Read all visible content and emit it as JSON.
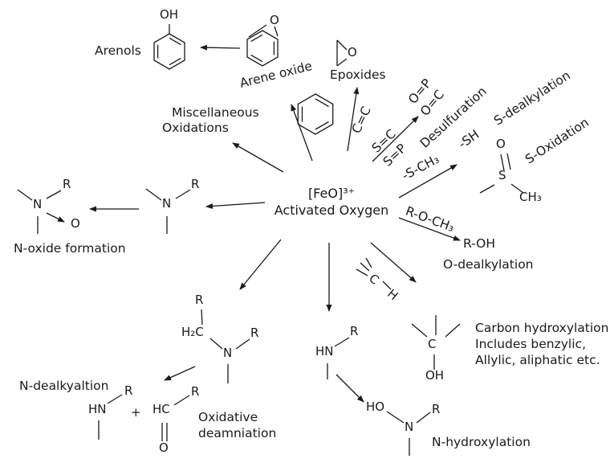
{
  "center": {
    "formula": "[FeO]³⁺",
    "label": "Activated Oxygen"
  },
  "pathway_labels": {
    "arenols": "Arenols",
    "arene_oxide": "Arene oxide",
    "epoxides": "Epoxides",
    "miscellaneous_line1": "Miscellaneous",
    "miscellaneous_line2": "Oxidations",
    "desulfuration": "Desulfuration",
    "s_dealkylation": "S-dealkylation",
    "s_oxidation": "S-Oxidation",
    "o_dealkylation": "O-dealkylation",
    "n_oxide_formation": "N-oxide formation",
    "n_dealkylation": "N-dealkyaltion",
    "oxidative_deamination_line1": "Oxidative",
    "oxidative_deamination_line2": "deamniation",
    "n_hydroxylation": "N-hydroxylation",
    "carbon_hydroxylation_line1": "Carbon hydroxylation",
    "carbon_hydroxylation_line2": "Includes benzylic,",
    "carbon_hydroxylation_line3": "Allylic, aliphatic etc."
  },
  "substrate_labels": {
    "c_c": "C=C",
    "s_c": "S=C",
    "s_p": "S=P",
    "o_p": "O=P",
    "o_c": "O=C",
    "sh": "-SH",
    "s_ch3": "-S-CH₃",
    "r_o_ch3": "R-O-CH₃",
    "r_oh": "R-OH"
  },
  "atoms": {
    "phenol_oh": "OH",
    "arene_o": "O",
    "epoxide_o": "O",
    "sulfoxide_o": "O",
    "sulfoxide_s": "S",
    "sulfoxide_ch3": "CH₃",
    "noxide_n": "N",
    "noxide_r": "R",
    "noxide_o": "O",
    "amine_n": "N",
    "amine_r": "R",
    "deam_r_top": "R",
    "deam_h2c": "H₂C",
    "deam_n": "N",
    "deam_r_right": "R",
    "prod_hn": "HN",
    "prod_r": "R",
    "plus": "+",
    "prod_hc": "HC",
    "prod_hc_r": "R",
    "prod_o": "O",
    "nhyd_hn": "HN",
    "nhyd_r": "R",
    "nhyd_ho": "HO",
    "nhyd_n2": "N",
    "nhyd_r2": "R",
    "ch_c": "C",
    "ch_h": "H",
    "carbinol_c": "C",
    "carbinol_oh": "OH"
  },
  "colors": {
    "ink": "#1a1a1a",
    "background": "#ffffff"
  }
}
